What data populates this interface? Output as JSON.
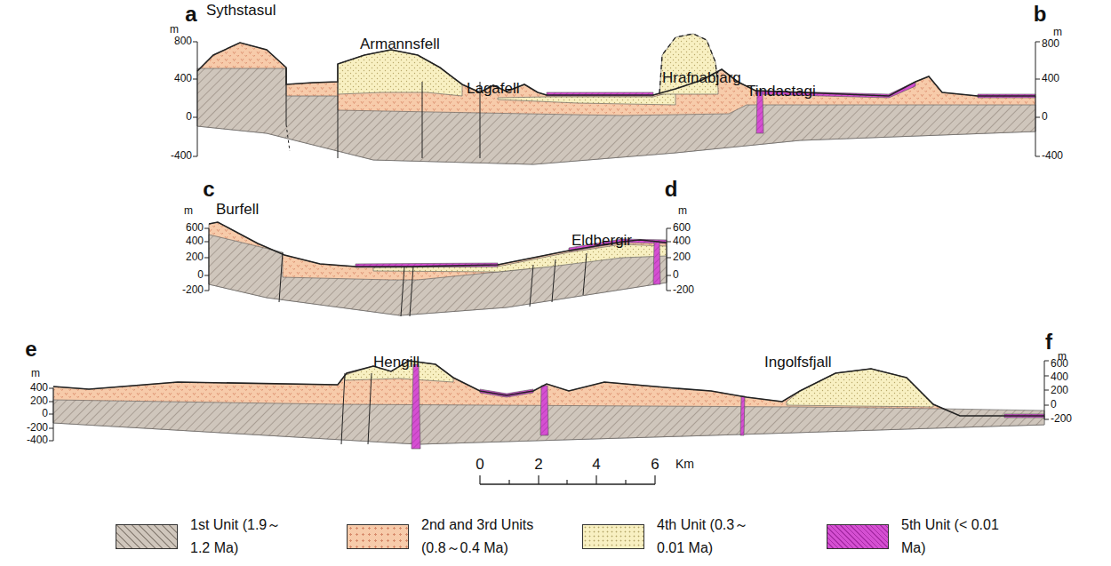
{
  "diagram": {
    "labels": [
      "a",
      "b",
      "Sythstasul",
      "Armannsfell",
      "Lagafell",
      "Hrafnabjarg",
      "Tindastagi",
      "m",
      "800",
      "400",
      "0",
      "-400",
      "m",
      "800",
      "400",
      "0",
      "-400",
      "c",
      "d",
      "Burfell",
      "Eldbergir",
      "m",
      "600",
      "400",
      "200",
      "0",
      "-200",
      "m",
      "600",
      "400",
      "200",
      "0",
      "-200",
      "e",
      "f",
      "Hengill",
      "Ingolfsfjall",
      "m",
      "400",
      "200",
      "0",
      "-200",
      "-400",
      "m",
      "600",
      "400",
      "200",
      "0",
      "-200",
      "0",
      "2",
      "4",
      "6",
      "Km"
    ],
    "legend": [
      {
        "text": "1st Unit (1.9～1.2 Ma)",
        "color": "#cfc6bc"
      },
      {
        "text": "2nd and 3rd Units (0.8～0.4 Ma)",
        "color": "#f7cbaa"
      },
      {
        "text": "4th Unit (0.3～0.01 Ma)",
        "color": "#f8f0c2"
      },
      {
        "text": "5th Unit (< 0.01 Ma)",
        "color": "#d54fd2"
      }
    ]
  }
}
